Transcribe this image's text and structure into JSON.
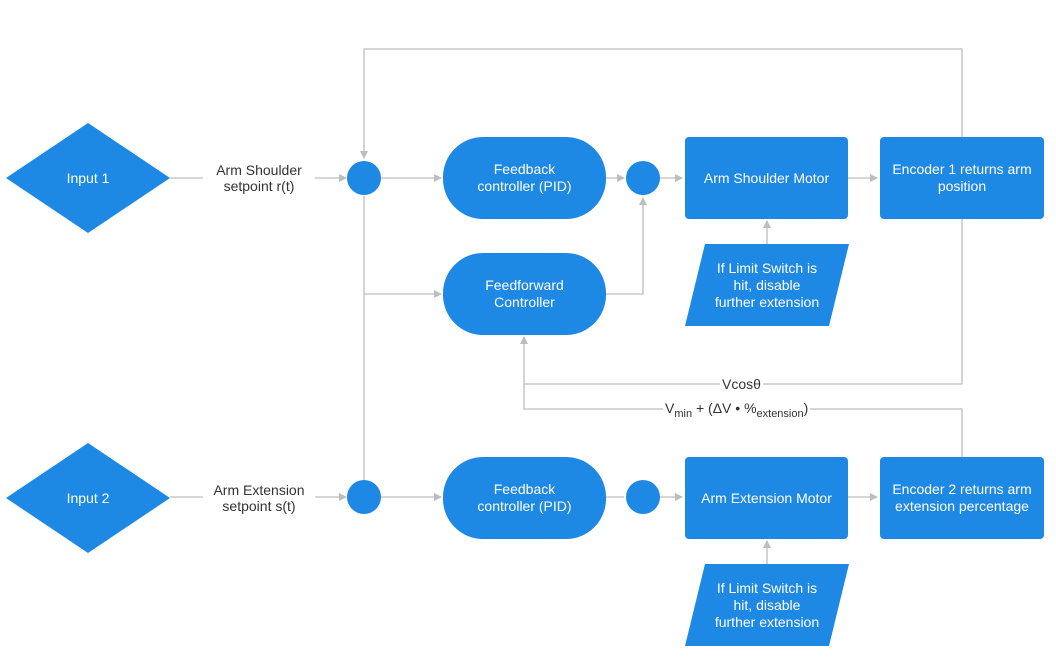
{
  "colors": {
    "node_fill": "#1e88e5",
    "wire": "#bdbdbd",
    "text": "#333333"
  },
  "inputs": {
    "input1": "Input 1",
    "input2": "Input 2"
  },
  "edge_labels": {
    "shoulder_setpoint": "Arm Shoulder\nsetpoint r(t)",
    "extension_setpoint": "Arm Extension\nsetpoint s(t)",
    "vcos": "Vcosθ",
    "vmin_prefix": "V",
    "vmin_sub": "min",
    "vmin_mid": " + (ΔV • %",
    "vmin_sub2": "extension",
    "vmin_suffix": ")"
  },
  "blocks": {
    "feedback1": "Feedback\ncontroller (PID)",
    "feedforward": "Feedforward\nController",
    "feedback2": "Feedback\ncontroller (PID)",
    "shoulder_motor": "Arm Shoulder Motor",
    "extension_motor": "Arm Extension Motor",
    "encoder1": "Encoder 1 returns arm\nposition",
    "encoder2": "Encoder 2 returns arm\nextension percentage",
    "limit1": "If Limit Switch is\nhit, disable\nfurther extension",
    "limit2": "If Limit Switch is\nhit, disable\nfurther extension"
  }
}
